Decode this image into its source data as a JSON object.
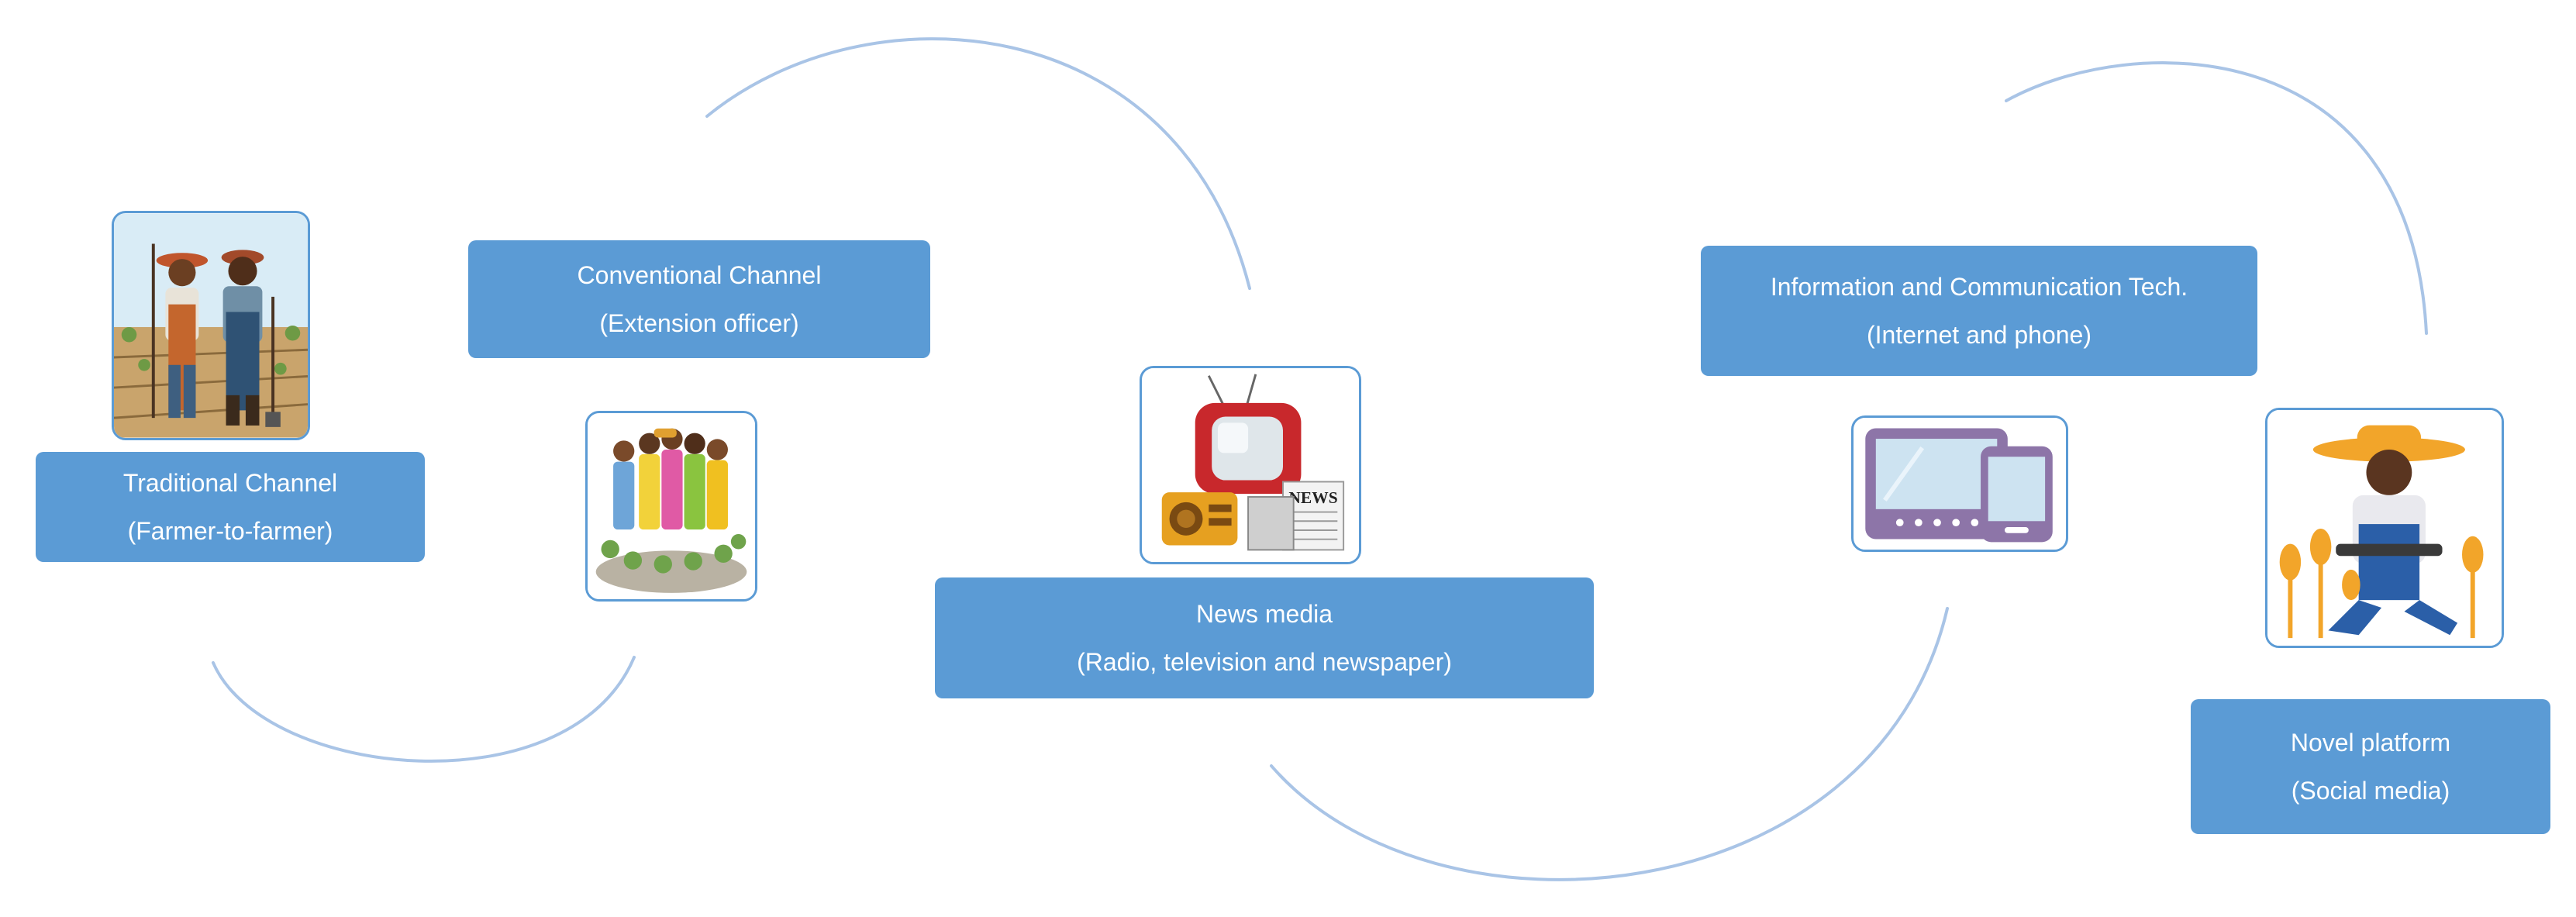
{
  "channels": {
    "traditional": {
      "title": "Traditional Channel",
      "subtitle": "(Farmer-to-farmer)",
      "icon": "farmers-icon"
    },
    "conventional": {
      "title": "Conventional Channel",
      "subtitle": "(Extension officer)",
      "icon": "group-field-icon"
    },
    "news": {
      "title": "News media",
      "subtitle": "(Radio, television and newspaper)",
      "icon": "tv-radio-newspaper-icon",
      "newspaper_text": "NEWS"
    },
    "ict": {
      "title": "Information and Communication Tech.",
      "subtitle": "(Internet and phone)",
      "icon": "tablet-phone-icon"
    },
    "novel": {
      "title": "Novel platform",
      "subtitle": "(Social media)",
      "icon": "farmer-laptop-icon"
    }
  },
  "colors": {
    "box_fill": "#5b9bd5",
    "box_text": "#ffffff",
    "connector": "#a9c4e6"
  }
}
